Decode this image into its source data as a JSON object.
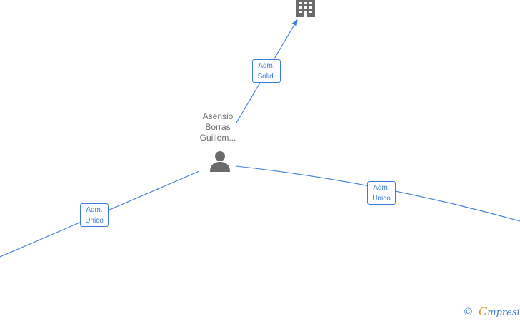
{
  "center_node": {
    "name_lines": [
      "Asensio",
      "Borras",
      "Guillem..."
    ],
    "icon": "person-icon"
  },
  "company_node": {
    "icon": "building-icon"
  },
  "edges": [
    {
      "role_line1": "Adm.",
      "role_line2": "Solid.",
      "target": "company"
    },
    {
      "role_line1": "Adm.",
      "role_line2": "Unico",
      "target": "left"
    },
    {
      "role_line1": "Adm.",
      "role_line2": "Unico",
      "target": "right"
    }
  ],
  "footer": {
    "copyright_symbol": "©",
    "brand_initial": "C",
    "brand_rest": "mpresia"
  },
  "colors": {
    "edge": "#3b7dd8",
    "icon": "#6b6b6b",
    "brand_accent": "#e0902a"
  }
}
